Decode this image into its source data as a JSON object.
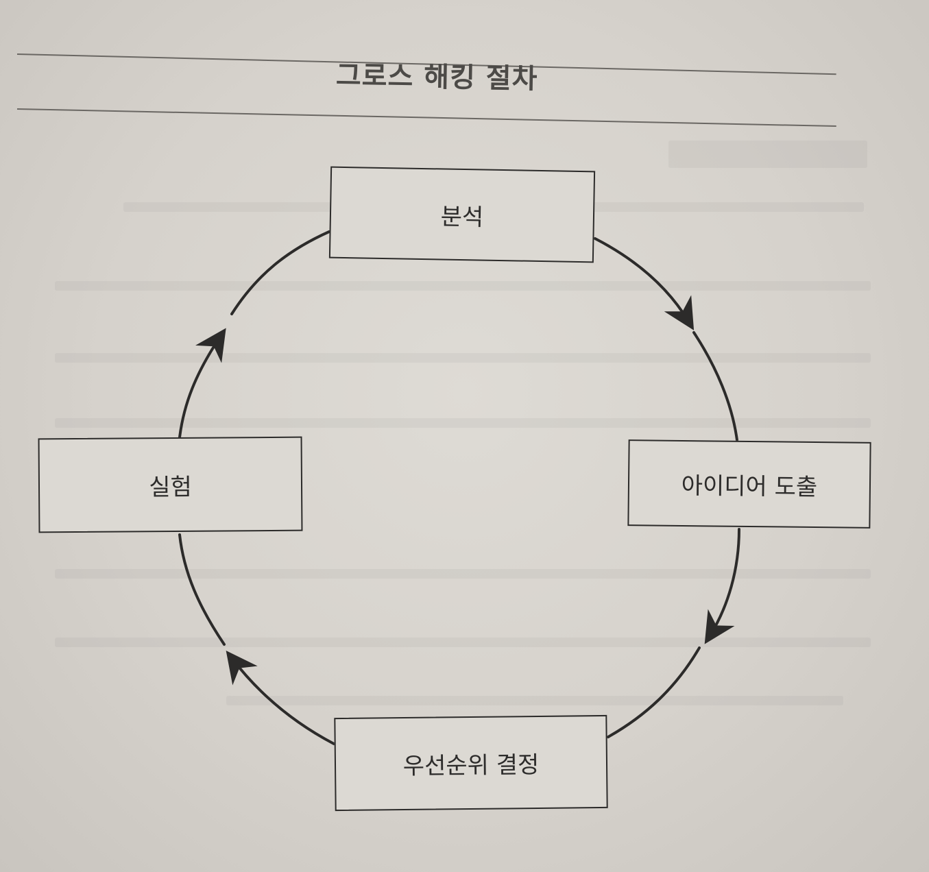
{
  "header": {
    "title": "그로스 해킹 절차"
  },
  "diagram": {
    "type": "cycle",
    "flow_direction": "clockwise",
    "steps": [
      {
        "id": "analysis",
        "label": "분석"
      },
      {
        "id": "ideation",
        "label": "아이디어 도출"
      },
      {
        "id": "prioritization",
        "label": "우선순위 결정"
      },
      {
        "id": "experiment",
        "label": "실험"
      }
    ],
    "connections": [
      {
        "from": "분석",
        "to": "아이디어 도출"
      },
      {
        "from": "아이디어 도출",
        "to": "우선순위 결정"
      },
      {
        "from": "우선순위 결정",
        "to": "실험"
      },
      {
        "from": "실험",
        "to": "분석"
      }
    ],
    "colors": {
      "paper": "#d6d2cc",
      "line": "#2c2b2a",
      "box_fill": "#dcd9d3",
      "text": "#2d2c2b",
      "rule": "#6a6763"
    }
  }
}
